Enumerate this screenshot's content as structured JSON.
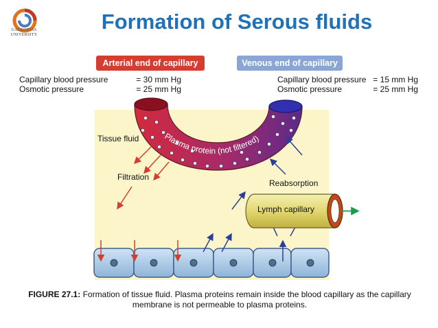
{
  "title": "Formation of Serous fluids",
  "logo": {
    "name": "GALGOTIAS",
    "sub": "UNIVERSITY"
  },
  "tags": {
    "arterial": "Arterial end of capillary",
    "venous": "Venous end of capillary"
  },
  "arterial_info": [
    {
      "label": "Capillary blood pressure",
      "value": "= 30 mm Hg"
    },
    {
      "label": "Osmotic pressure",
      "value": "= 25 mm Hg"
    }
  ],
  "venous_info": [
    {
      "label": "Capillary blood pressure",
      "value": "= 15 mm Hg"
    },
    {
      "label": "Osmotic pressure",
      "value": "= 25 mm Hg"
    }
  ],
  "labels": {
    "tissue_fluid": "Tissue fluid",
    "filtration": "Filtration",
    "reabsorption": "Reabsorption",
    "lymph_capillary": "Lymph capillary",
    "plasma_protein": "Plasma protein (not filtered)"
  },
  "caption": {
    "figure": "FIGURE 27.1:",
    "line1": "Formation of tissue fluid. Plasma proteins remain inside the blood capillary as the capillary",
    "line2": "membrane is not permeable to plasma proteins."
  },
  "colors": {
    "title": "#1f72b8",
    "arterial": "#d63c30",
    "venous": "#8aa6d4",
    "tissue": "#fbf5c9"
  }
}
